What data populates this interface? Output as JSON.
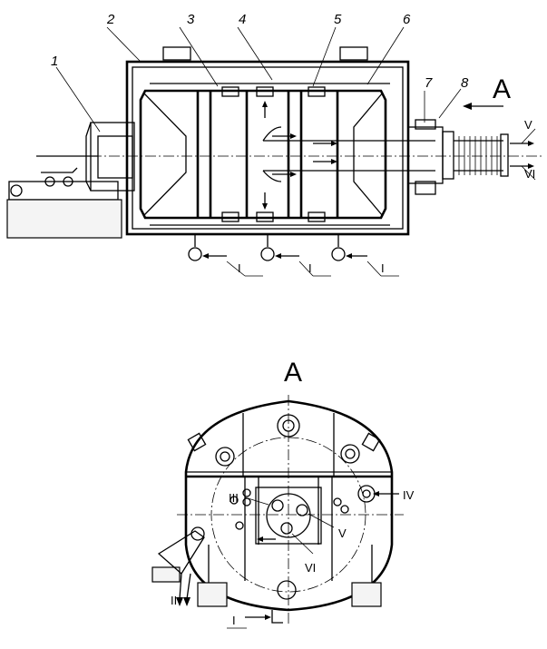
{
  "labels": {
    "1": "1",
    "2": "2",
    "3": "3",
    "4": "4",
    "5": "5",
    "6": "6",
    "7": "7",
    "8": "8",
    "view": "A",
    "view_title": "A",
    "I": "I",
    "II": "II",
    "III": "III",
    "IV": "IV",
    "V": "V",
    "VI": "VI"
  }
}
